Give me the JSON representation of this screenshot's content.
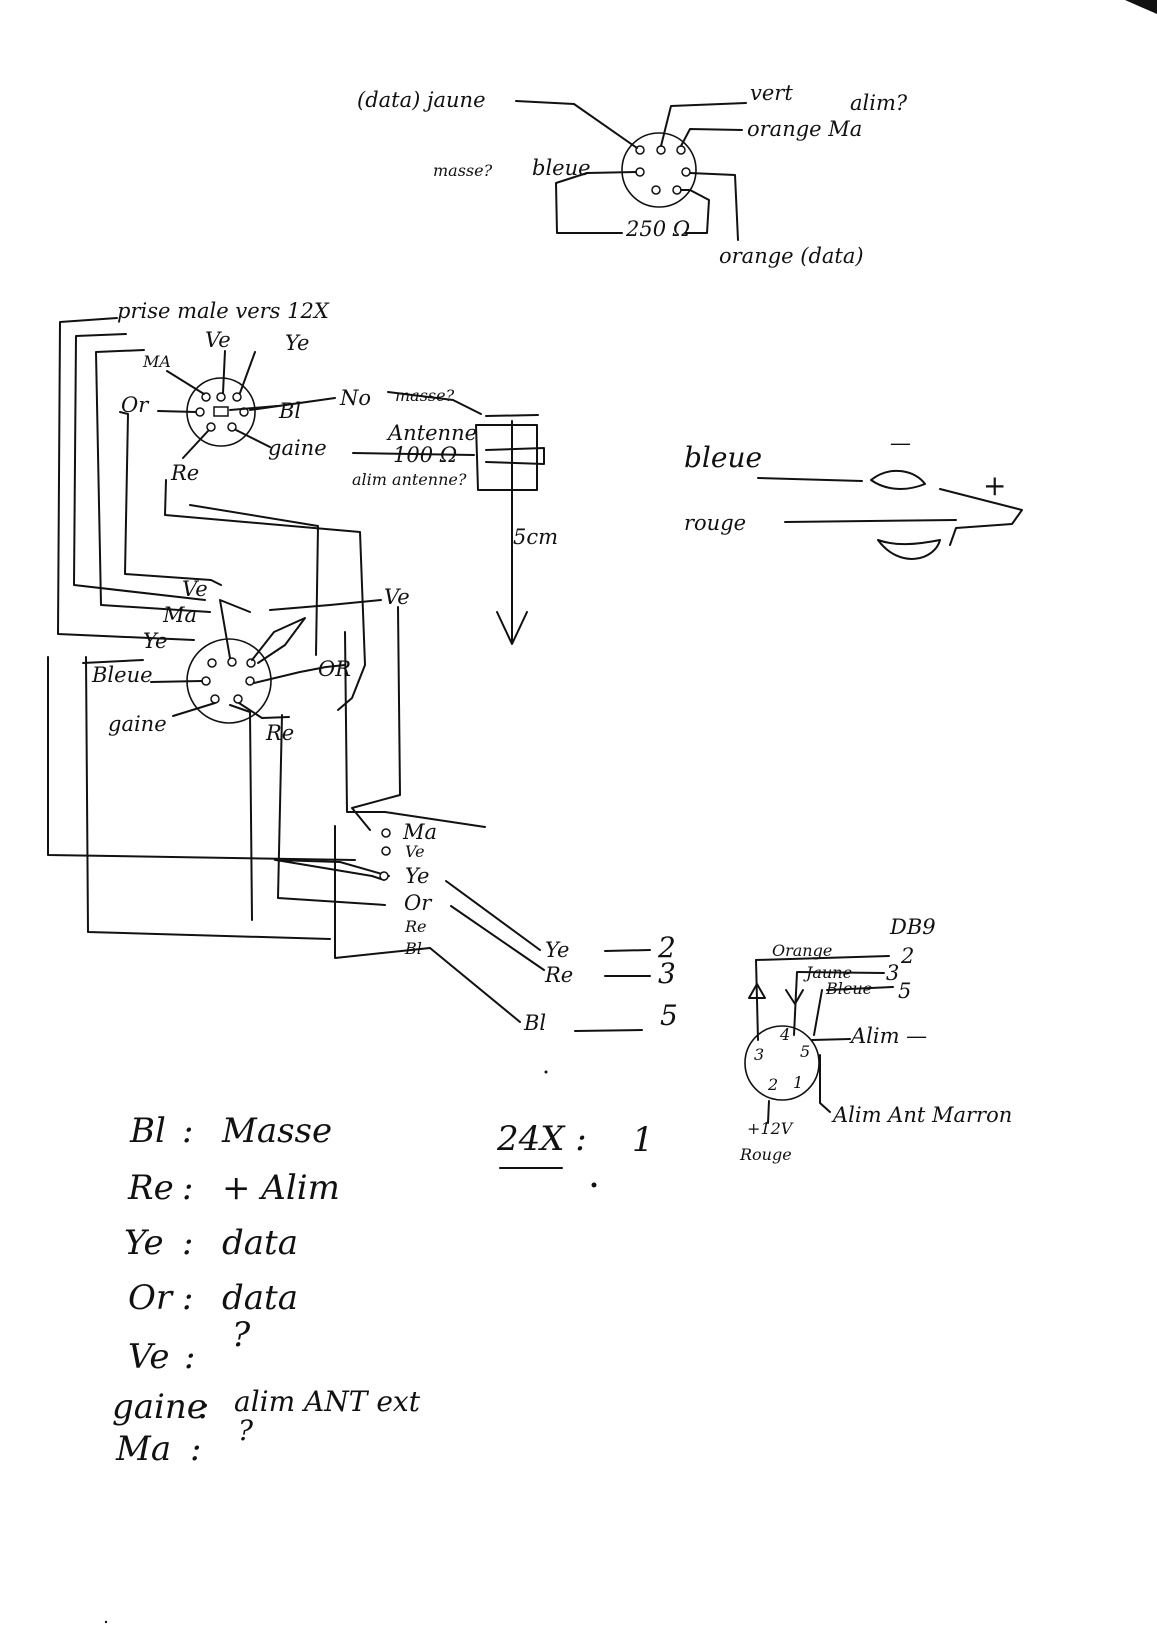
{
  "connector_top": {
    "jaune": "(data) jaune",
    "vert": "vert",
    "orange_ma": "orange Ma",
    "alim_q": "alim?",
    "masse_q": "masse?",
    "bleue": "bleue",
    "resistor": "250 Ω",
    "orange_data": "orange (data)"
  },
  "connector_male": {
    "title": "prise male vers 12X",
    "ve": "Ve",
    "ye": "Ye",
    "ma": "MA",
    "bl": "Bl",
    "or": "Or",
    "no": "No",
    "gaine": "gaine",
    "re": "Re",
    "masse_q": "masse?",
    "antenne": "Antenne",
    "resistor": "100 Ω",
    "alim_antenne": "alim antenne?",
    "length": "5cm"
  },
  "jack": {
    "bleue": "bleue",
    "rouge": "rouge",
    "minus": "—",
    "plus": "+"
  },
  "connector_mid": {
    "ve": "Ve",
    "ma": "Ma",
    "ye": "Ye",
    "bleue": "Bleue",
    "gaine": "gaine",
    "re": "Re",
    "or": "OR",
    "ve_right": "Ve"
  },
  "terminals": {
    "ma": "Ma",
    "ve": "Ve",
    "ye": "Ye",
    "or": "Or",
    "re": "Re",
    "bl": "Bl"
  },
  "db9_map": [
    {
      "label": "Ye",
      "pin": "2"
    },
    {
      "label": "Re",
      "pin": "3"
    },
    {
      "label": "Bl",
      "pin": "5"
    }
  ],
  "db9": {
    "title": "DB9",
    "orange": "Orange",
    "orange_pin": "2",
    "jaune": "Jaune",
    "jaune_pin": "3",
    "bleue": "Bleue",
    "bleue_pin": "5",
    "alim_minus": "Alim —",
    "alim_ant": "Alim Ant Marron",
    "plus12v": "+12V",
    "rouge": "Rouge",
    "pins": [
      "4",
      "3",
      "5",
      "2",
      "1"
    ]
  },
  "legend": [
    {
      "key": "Bl",
      "sep": ":",
      "value": "Masse"
    },
    {
      "key": "Re",
      "sep": ":",
      "value": "+ Alim"
    },
    {
      "key": "Ye",
      "sep": ":",
      "value": "data"
    },
    {
      "key": "Or",
      "sep": ":",
      "value": "data"
    },
    {
      "key": "Ve",
      "sep": ":",
      "value": "?"
    },
    {
      "key": "gaine",
      "sep": ":",
      "value": "alim ANT ext"
    },
    {
      "key": "Ma",
      "sep": ":",
      "value": "?"
    }
  ],
  "note": {
    "key": "24X :",
    "value": "1"
  }
}
